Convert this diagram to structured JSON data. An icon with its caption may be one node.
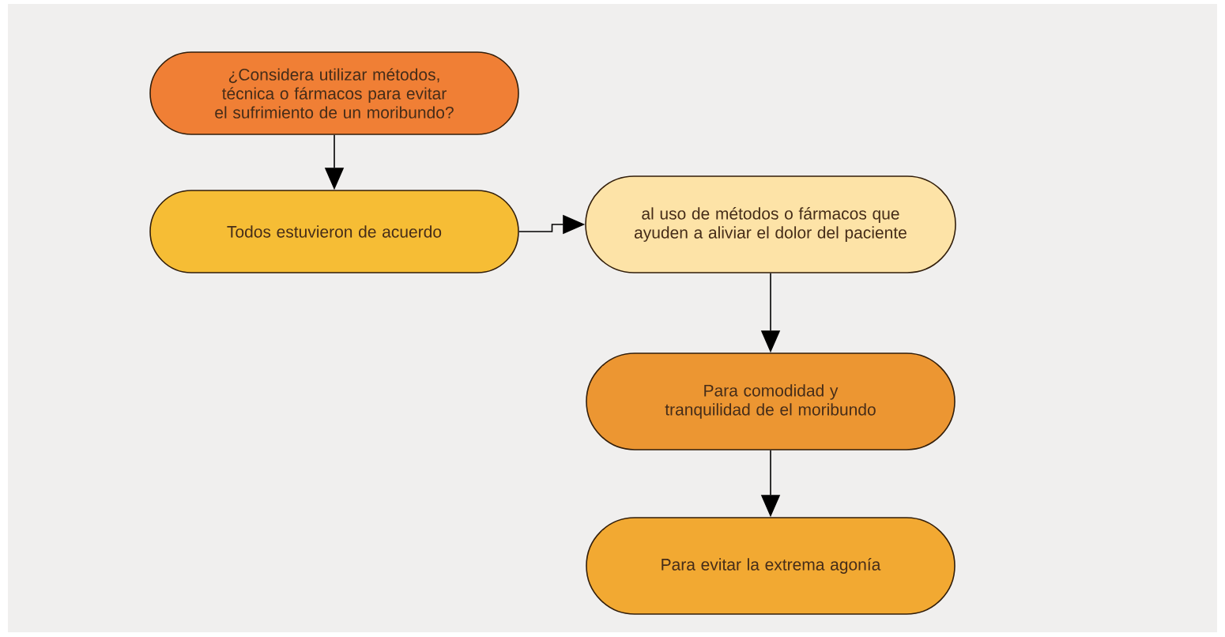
{
  "diagram": {
    "nodes": [
      {
        "text": [
          "¿Considera utilizar métodos, técnica o fármacos para evitar el sufrimiento de un  moribundo?"
        ]
      },
      {
        "text": [
          "Todos estuvieron de acuerdo"
        ]
      },
      {
        "text": [
          "al uso de métodos o fármacos que ayuden a aliviar el dolor del paciente"
        ]
      },
      {
        "text": [
          "Para comodidad y tranquilidad de el moribundo"
        ]
      },
      {
        "text": [
          "Para evitar la extrema agonía"
        ]
      }
    ],
    "edges": [
      {
        "from": 0,
        "to": 1,
        "arrow": "to"
      },
      {
        "from": 1,
        "to": 2,
        "arrow": "to"
      },
      {
        "from": 2,
        "to": 3,
        "arrow": "to"
      },
      {
        "from": 3,
        "to": 4,
        "arrow": "to"
      }
    ]
  }
}
